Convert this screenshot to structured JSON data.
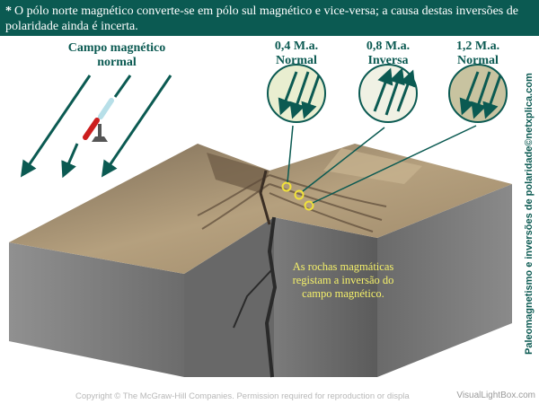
{
  "banner": {
    "star": "*",
    "text": "O pólo norte magnético converte-se em pólo sul magnético e vice-versa; a causa destas inversões de polaridade ainda é incerta."
  },
  "field_panel": {
    "line1": "Campo magnético",
    "line2": "normal"
  },
  "samples": [
    {
      "age": "0,4 M.a.",
      "polarity": "Normal",
      "fill": "#e9eed0"
    },
    {
      "age": "0,8 M.a.",
      "polarity": "Inversa",
      "fill": "#f0f1e4"
    },
    {
      "age": "1,2 M.a.",
      "polarity": "Normal",
      "fill": "#c8c3a0"
    }
  ],
  "caption": {
    "line1": "As rochas magmáticas",
    "line2": "registam a inversão do",
    "line3": "campo magnético."
  },
  "side_credit": "Paleomagnetismo e inversões de polaridade©netxplica.com",
  "copyright": "Copyright © The McGraw-Hill Companies. Permission required for reproduction or displa",
  "watermark": "VisualLightBox.com",
  "colors": {
    "teal": "#0b5a52",
    "caption": "#f4f06a",
    "marker": "#f1e23a",
    "compass_red": "#cc1e1e"
  }
}
